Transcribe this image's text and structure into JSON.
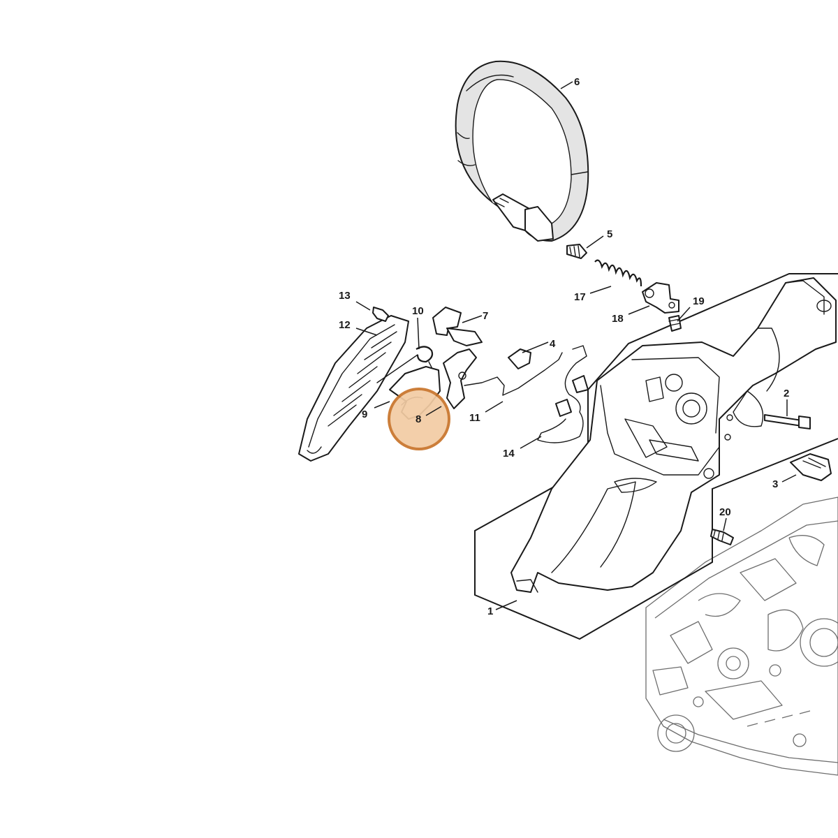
{
  "highlight": {
    "label": "8",
    "fill_color": "#f2cba3",
    "ring_color": "#c8742a"
  },
  "callouts": [
    "1",
    "2",
    "3",
    "4",
    "5",
    "6",
    "7",
    "8",
    "9",
    "10",
    "11",
    "12",
    "13",
    "14",
    "17",
    "18",
    "19",
    "20"
  ]
}
